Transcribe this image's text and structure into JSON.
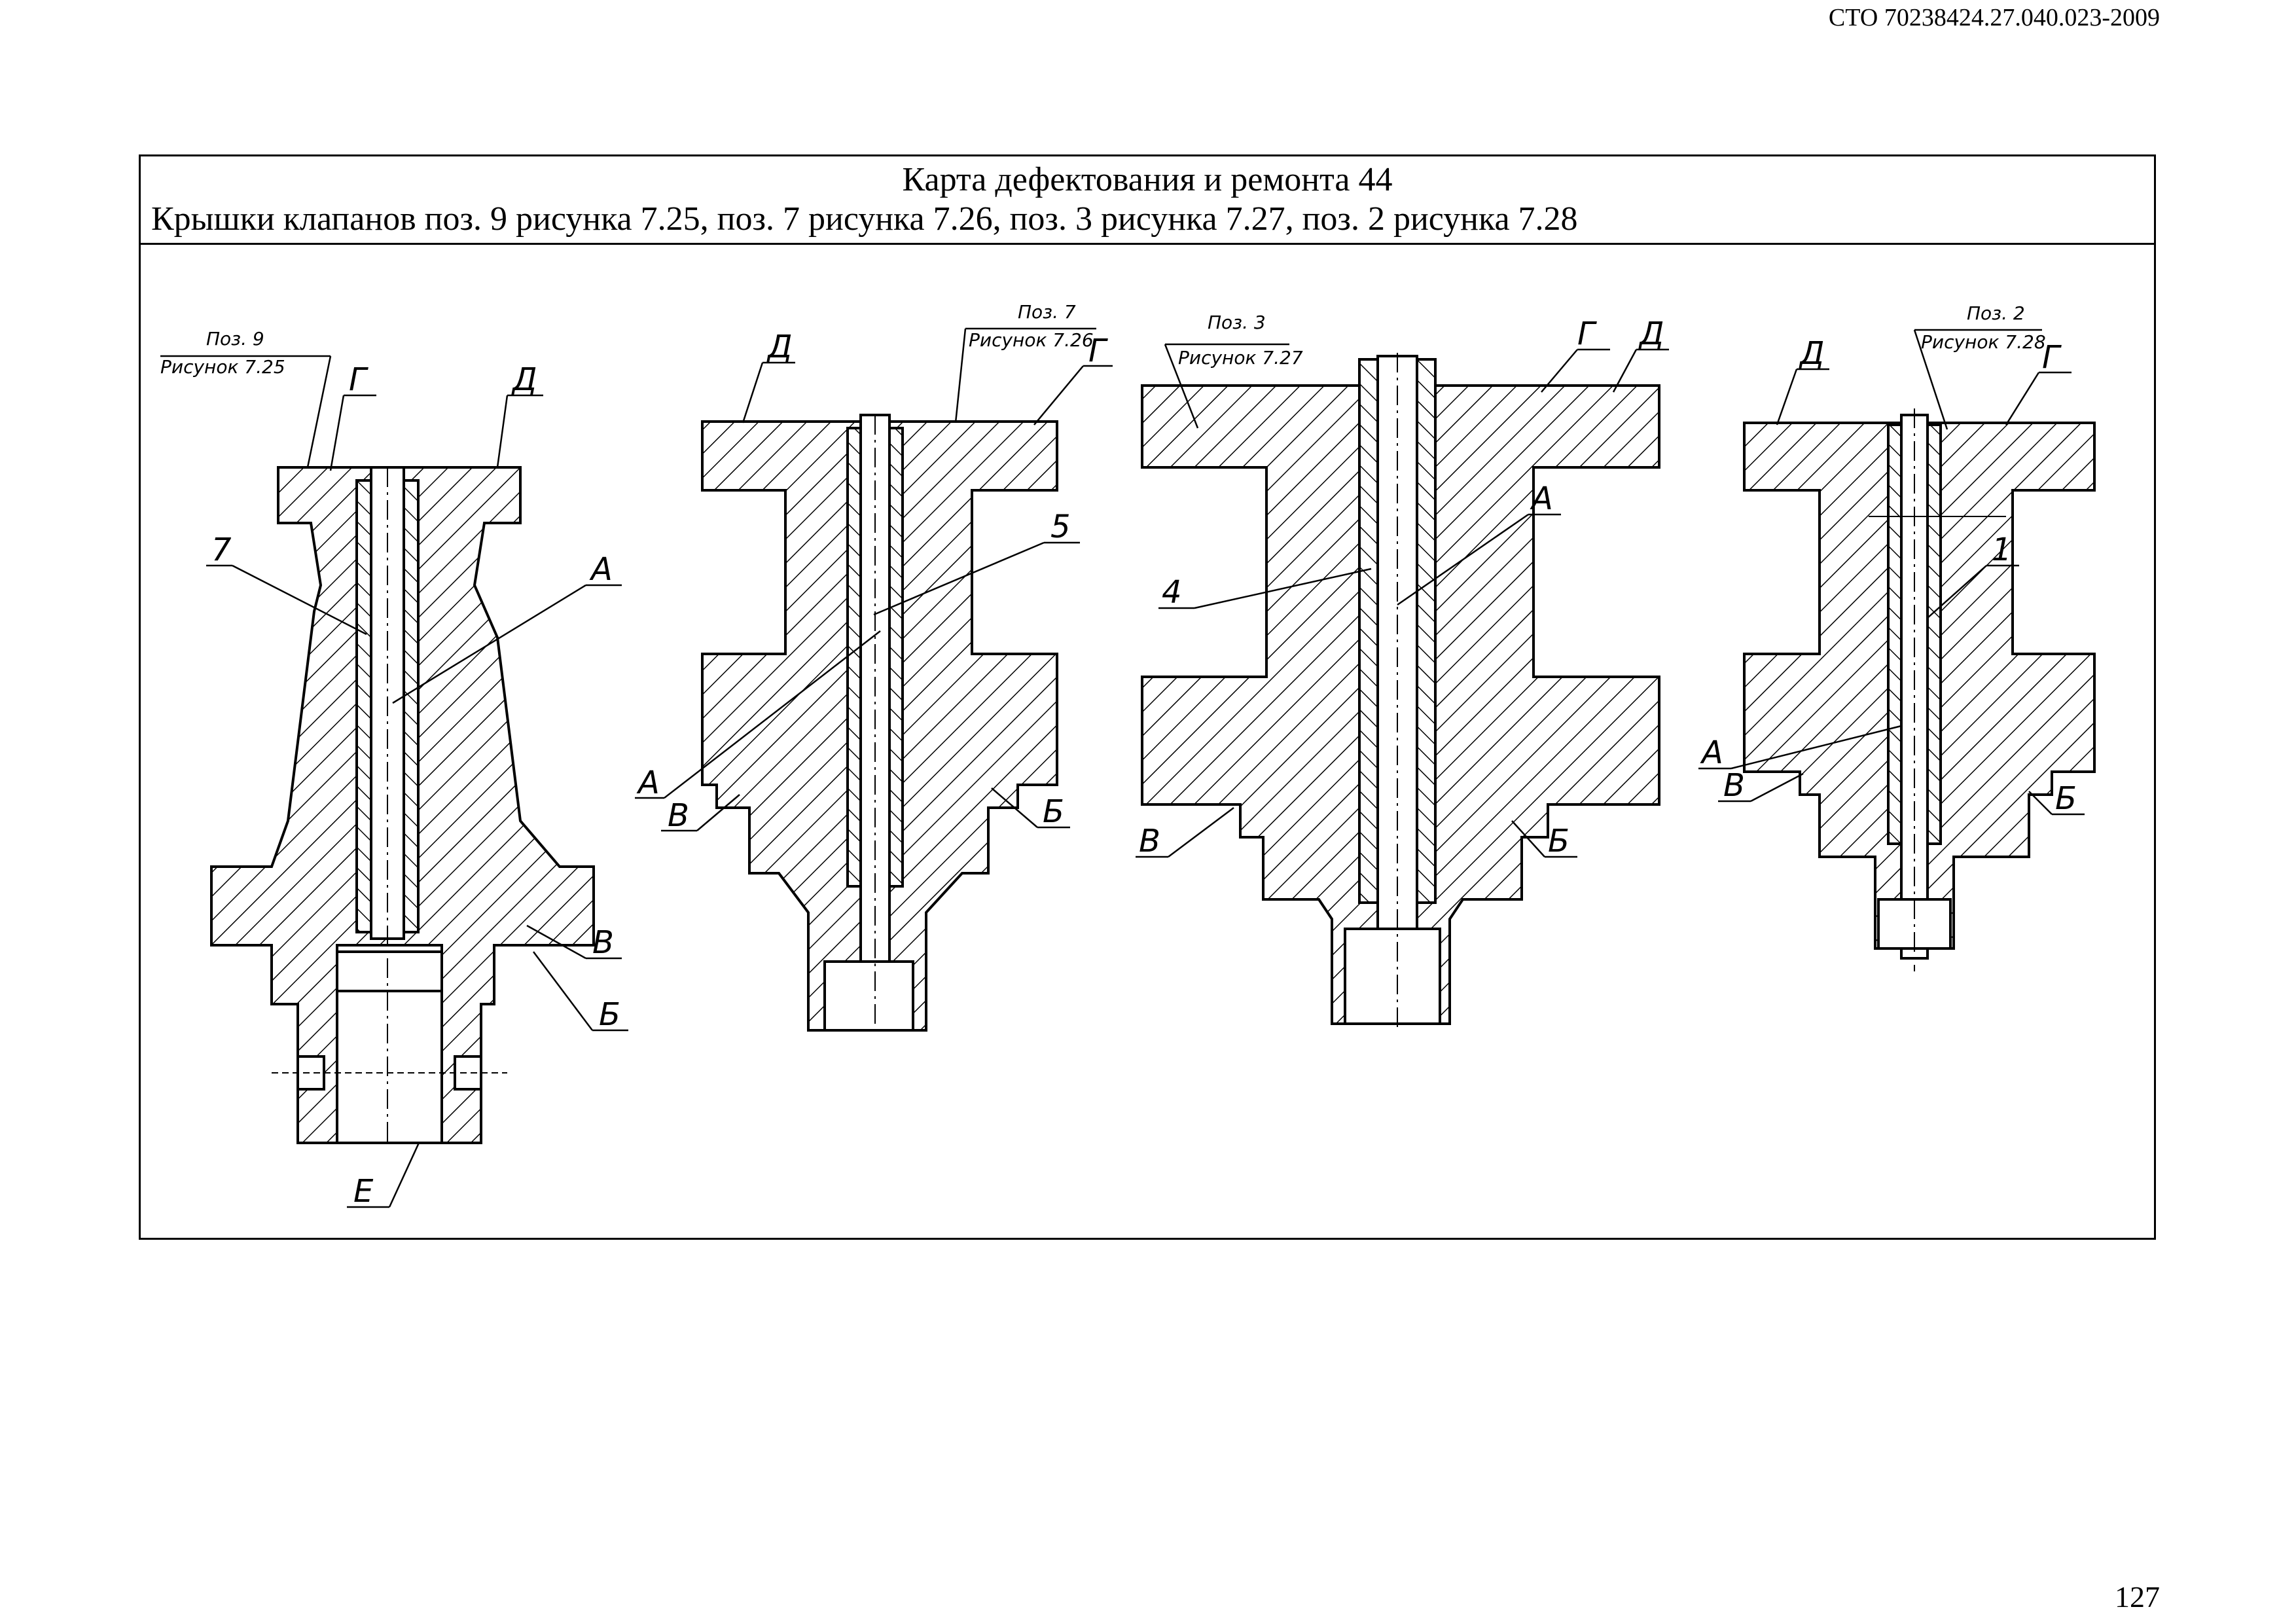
{
  "header": {
    "doc_code": "СТО 70238424.27.040.023-2009"
  },
  "card": {
    "title": "Карта дефектования и ремонта 44",
    "subtitle": "Крышки клапанов поз. 9 рисунка 7.25, поз. 7 рисунка 7.26, поз. 3 рисунка 7.27, поз. 2 рисунка 7.28"
  },
  "drawings": [
    {
      "pos": "Поз. 9",
      "figure": "Рисунок 7.25",
      "labels": {
        "g": "Г",
        "d": "Д",
        "num": "7",
        "a": "А",
        "v": "В",
        "b": "Б",
        "e": "Е"
      }
    },
    {
      "pos": "Поз. 7",
      "figure": "Рисунок 7.26",
      "labels": {
        "d": "Д",
        "g": "Г",
        "num": "5",
        "a": "А",
        "v": "В",
        "b": "Б"
      }
    },
    {
      "pos": "Поз. 3",
      "figure": "Рисунок 7.27",
      "labels": {
        "g": "Г",
        "d": "Д",
        "a": "А",
        "num": "4",
        "v": "В",
        "b": "Б"
      }
    },
    {
      "pos": "Поз. 2",
      "figure": "Рисунок 7.28",
      "labels": {
        "d": "Д",
        "g": "Г",
        "num": "1",
        "a": "А",
        "v": "В",
        "b": "Б"
      }
    }
  ],
  "footer": {
    "page_number": "127"
  }
}
